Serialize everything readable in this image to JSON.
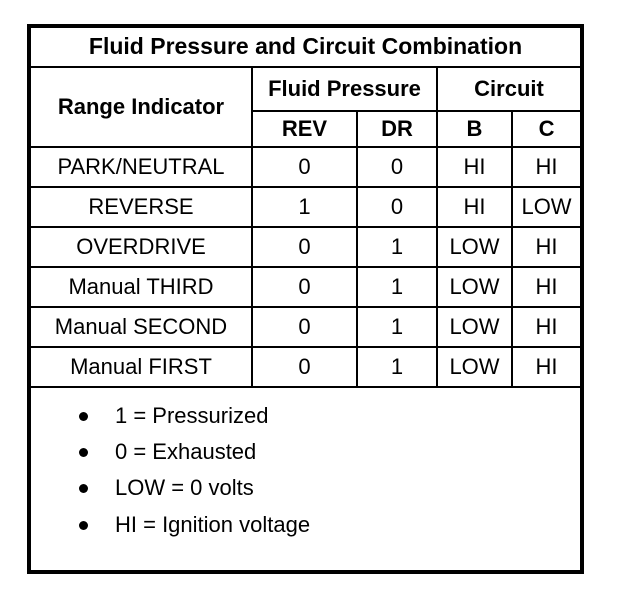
{
  "title": "Fluid Pressure and Circuit Combination",
  "table": {
    "corner_header": "Range Indicator",
    "groups": {
      "fluid_pressure": "Fluid Pressure",
      "circuit": "Circuit"
    },
    "columns": [
      "REV",
      "DR",
      "B",
      "C"
    ],
    "rows": [
      {
        "range": "PARK/NEUTRAL",
        "rev": "0",
        "dr": "0",
        "b": "HI",
        "c": "HI"
      },
      {
        "range": "REVERSE",
        "rev": "1",
        "dr": "0",
        "b": "HI",
        "c": "LOW"
      },
      {
        "range": "OVERDRIVE",
        "rev": "0",
        "dr": "1",
        "b": "LOW",
        "c": "HI"
      },
      {
        "range": "Manual THIRD",
        "rev": "0",
        "dr": "1",
        "b": "LOW",
        "c": "HI"
      },
      {
        "range": "Manual SECOND",
        "rev": "0",
        "dr": "1",
        "b": "LOW",
        "c": "HI"
      },
      {
        "range": "Manual FIRST",
        "rev": "0",
        "dr": "1",
        "b": "LOW",
        "c": "HI"
      }
    ]
  },
  "legend": {
    "items": [
      "1 = Pressurized",
      "0 = Exhausted",
      "LOW = 0 volts",
      "HI = Ignition voltage"
    ]
  },
  "colors": {
    "text": "#000000",
    "border": "#000000",
    "background": "#ffffff"
  }
}
